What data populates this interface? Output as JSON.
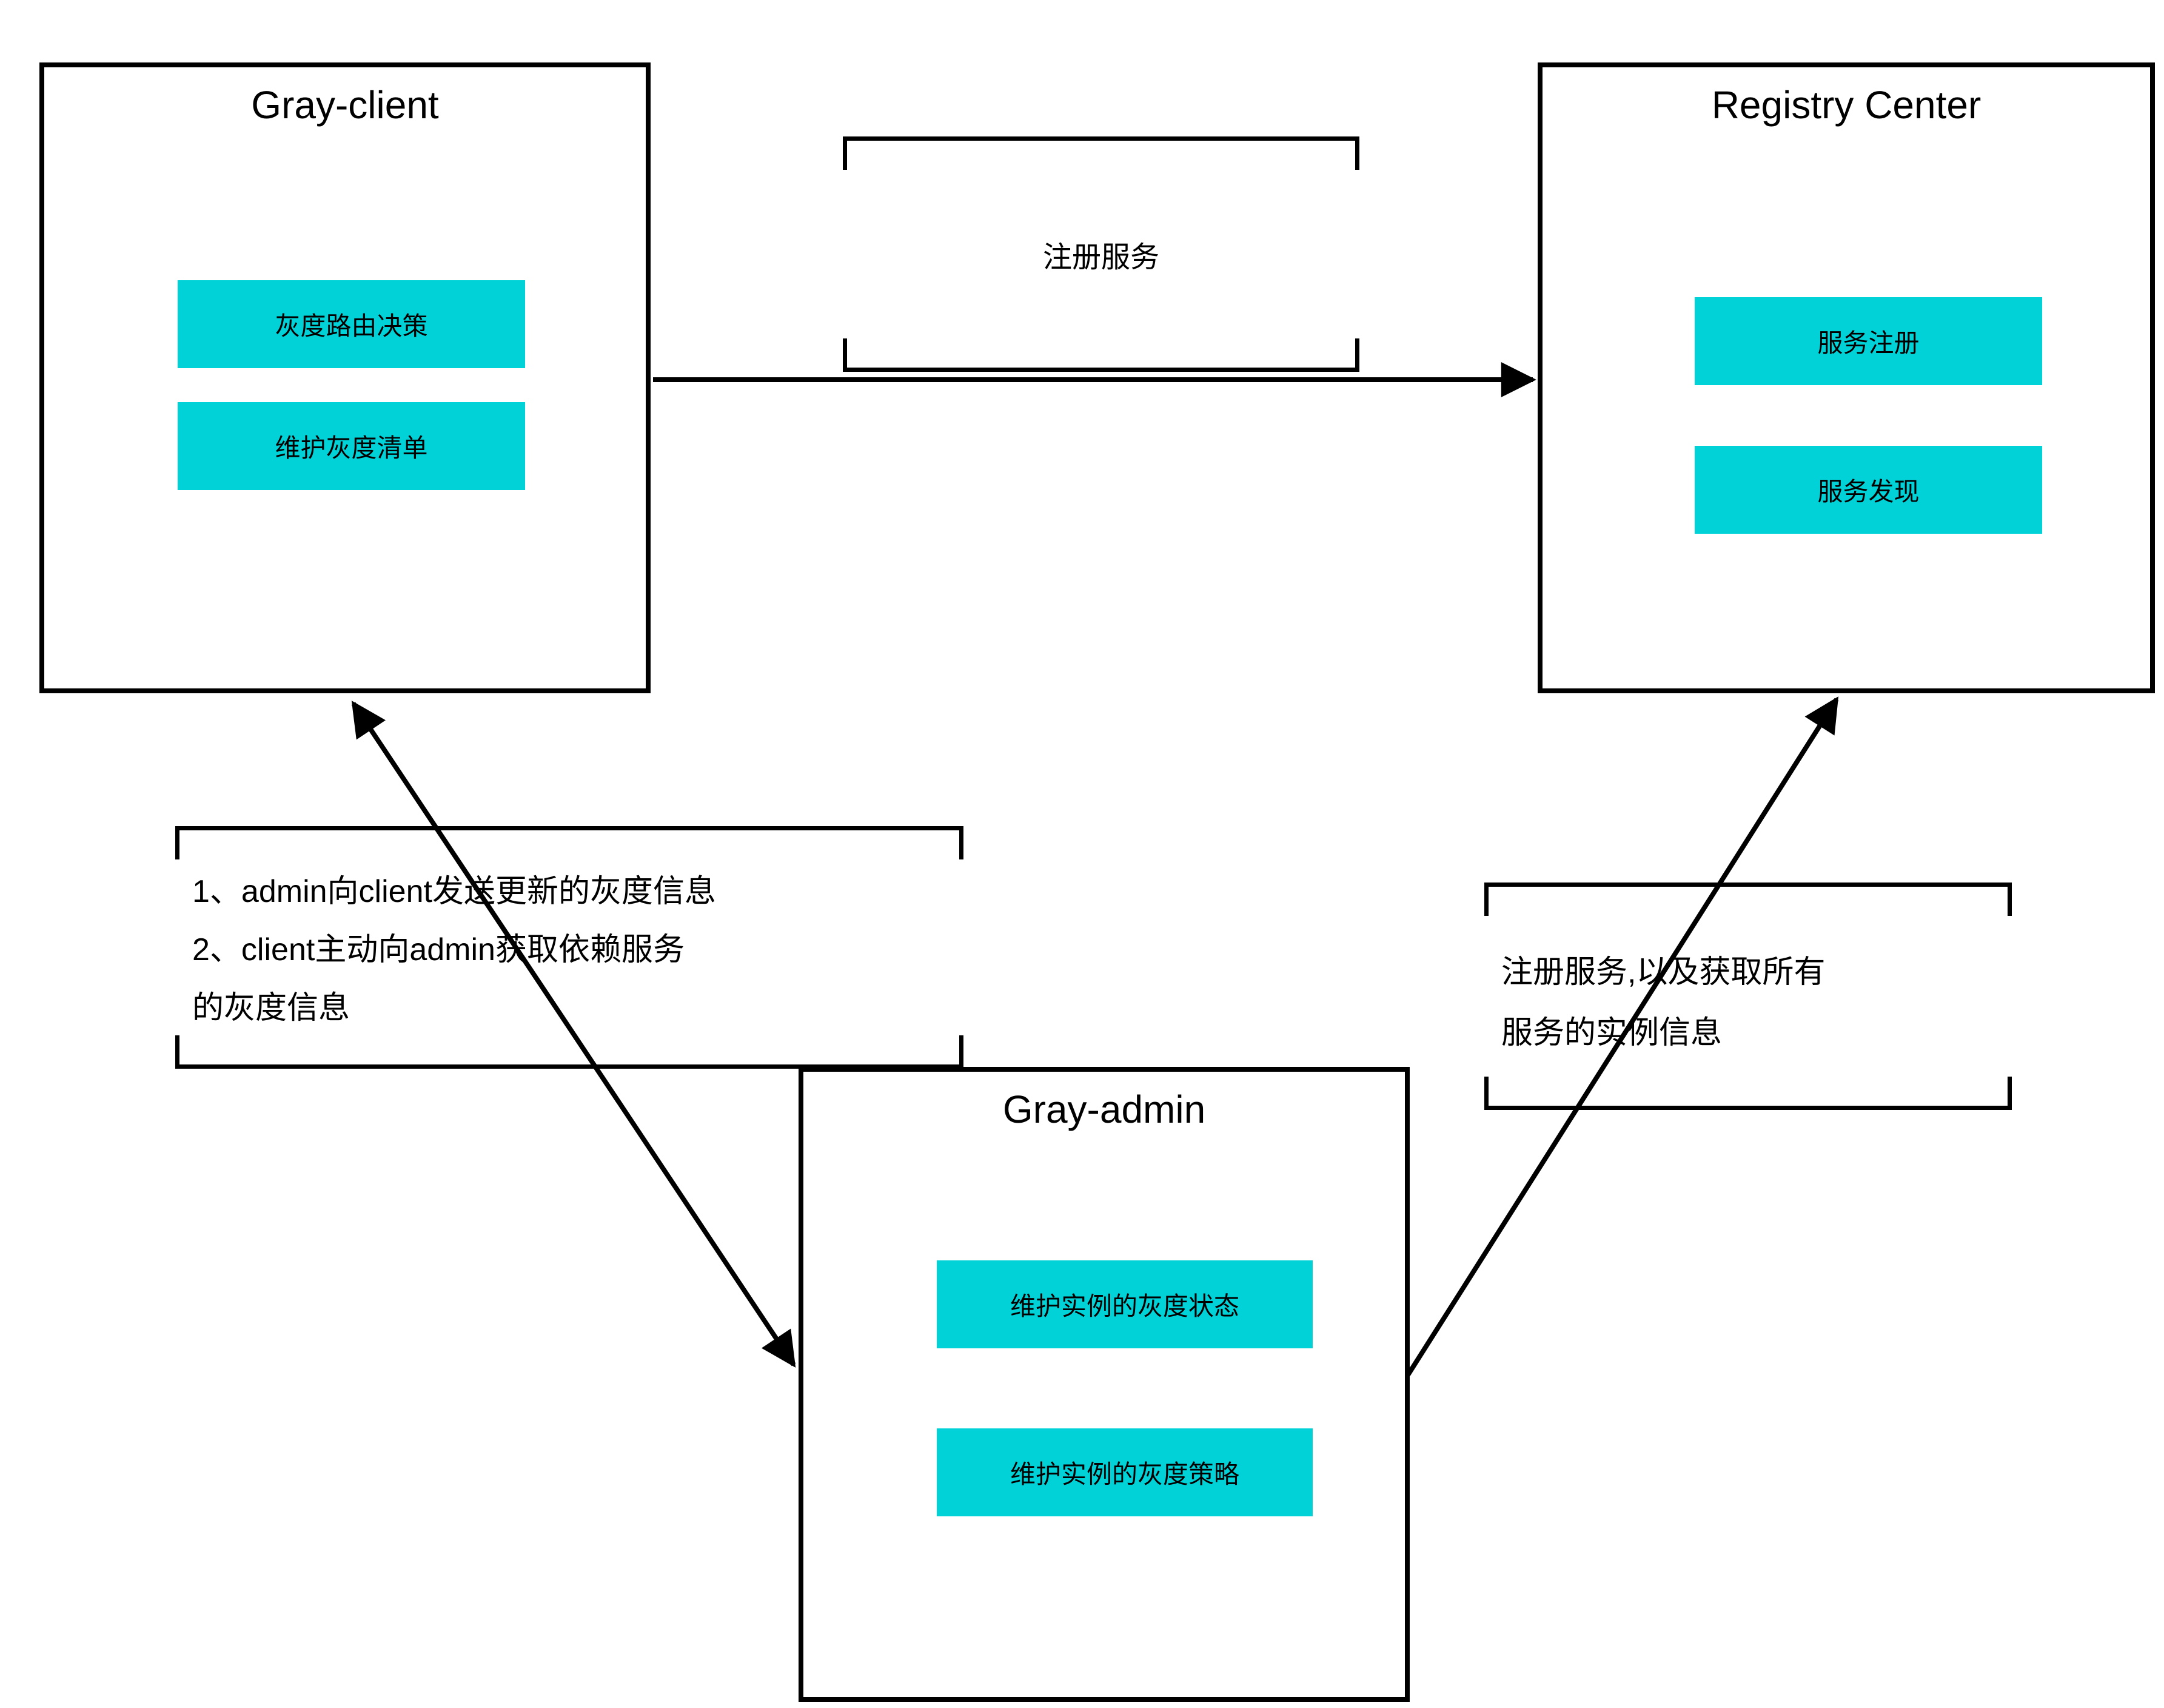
{
  "nodes": {
    "gray_client": {
      "title": "Gray-client",
      "items": {
        "routing": "灰度路由决策",
        "graylist": "维护灰度清单"
      }
    },
    "registry_center": {
      "title": "Registry Center",
      "items": {
        "register": "服务注册",
        "discover": "服务发现"
      }
    },
    "gray_admin": {
      "title": "Gray-admin",
      "items": {
        "state": "维护实例的灰度状态",
        "strategy": "维护实例的灰度策略"
      }
    }
  },
  "annotations": {
    "register_service": {
      "text": "注册服务"
    },
    "admin_client_info": {
      "line1": "1、admin向client发送更新的灰度信息",
      "line2": "2、client主动向admin获取依赖服务",
      "line3": "的灰度信息"
    },
    "register_and_fetch": {
      "line1": "注册服务,以及获取所有",
      "line2": "服务的实例信息"
    }
  },
  "colors": {
    "item_fill": "#00d2d7",
    "stroke": "#000000",
    "text": "#000000",
    "background": "#ffffff"
  }
}
